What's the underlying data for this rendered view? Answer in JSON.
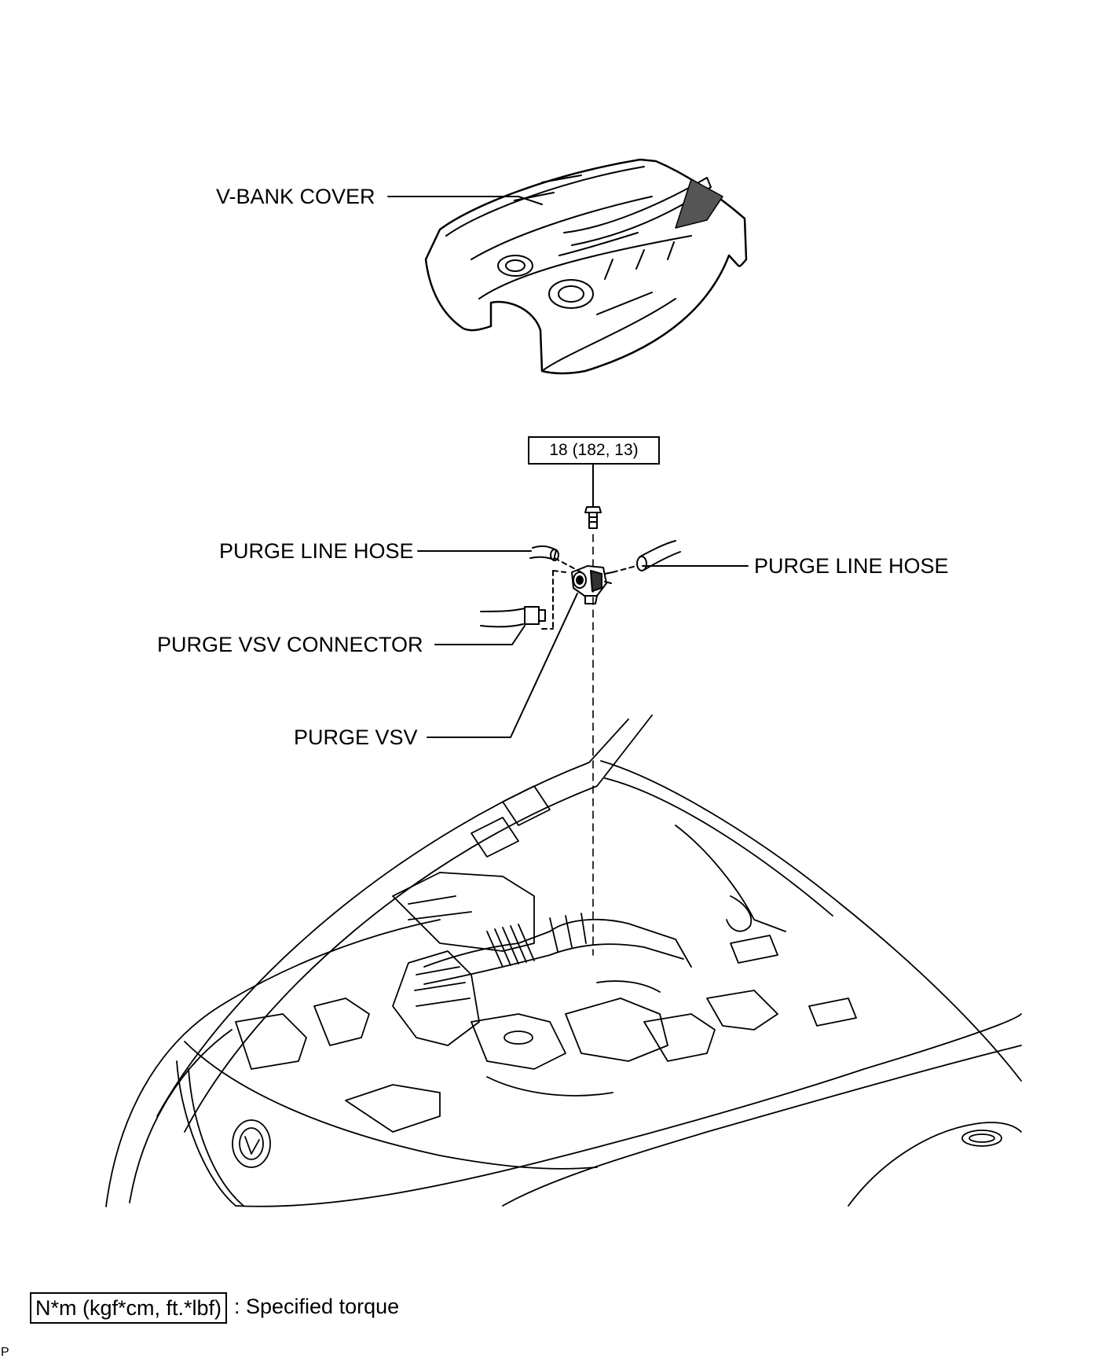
{
  "labels": {
    "v_bank_cover": "V-BANK COVER",
    "purge_line_hose_left": "PURGE LINE HOSE",
    "purge_line_hose_right": "PURGE LINE HOSE",
    "purge_vsv_connector": "PURGE VSV CONNECTOR",
    "purge_vsv": "PURGE VSV"
  },
  "torque": {
    "bolt_value": "18 (182, 13)"
  },
  "legend": {
    "unit_box": "N*m (kgf*cm, ft.*lbf)",
    "description": ": Specified torque"
  },
  "corner_mark": "P"
}
